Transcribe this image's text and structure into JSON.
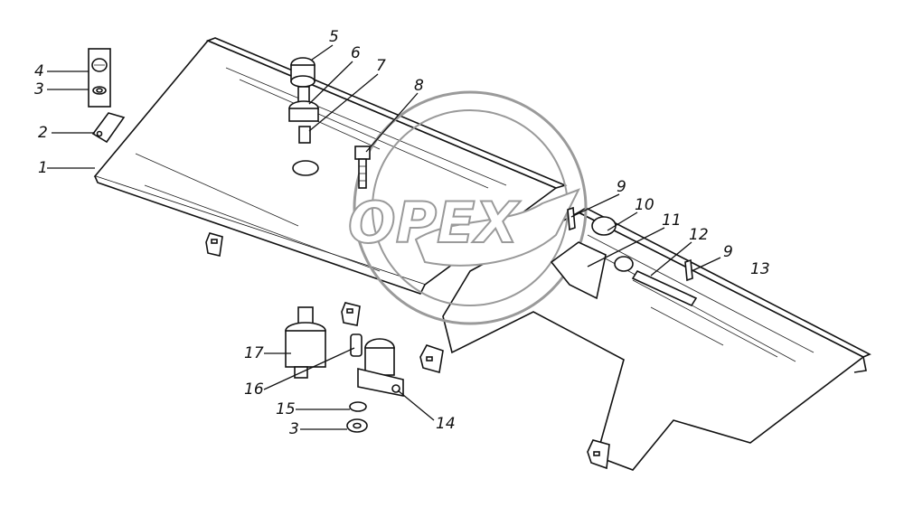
{
  "watermark": {
    "text": "OPEX"
  },
  "callouts": [
    {
      "id": "c1",
      "text": "1"
    },
    {
      "id": "c2",
      "text": "2"
    },
    {
      "id": "c3a",
      "text": "3"
    },
    {
      "id": "c4",
      "text": "4"
    },
    {
      "id": "c5",
      "text": "5"
    },
    {
      "id": "c6",
      "text": "6"
    },
    {
      "id": "c7",
      "text": "7"
    },
    {
      "id": "c8",
      "text": "8"
    },
    {
      "id": "c9a",
      "text": "9"
    },
    {
      "id": "c10",
      "text": "10"
    },
    {
      "id": "c11",
      "text": "11"
    },
    {
      "id": "c12",
      "text": "12"
    },
    {
      "id": "c9b",
      "text": "9"
    },
    {
      "id": "c13",
      "text": "13"
    },
    {
      "id": "c17",
      "text": "17"
    },
    {
      "id": "c16",
      "text": "16"
    },
    {
      "id": "c15",
      "text": "15"
    },
    {
      "id": "c3b",
      "text": "3"
    },
    {
      "id": "c14",
      "text": "14"
    }
  ]
}
